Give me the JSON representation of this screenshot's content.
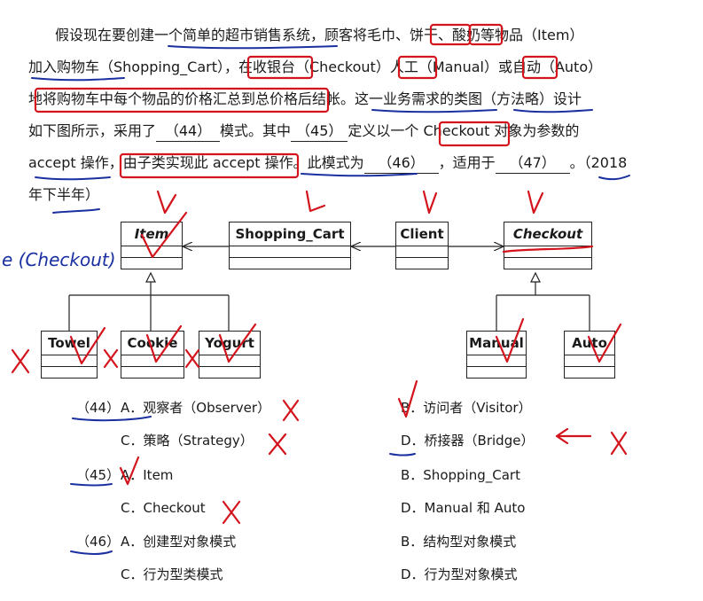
{
  "paragraph": {
    "line1": "假设现在要创建一个简单的超市销售系统，顾客将毛巾、饼干、酸奶等物品（Item）",
    "line2": "加入购物车（Shopping_Cart），在收银台（Checkout）人工（Manual）或自动（Auto）",
    "line3": "地将购物车中每个物品的价格汇总到总价格后结帐。这一业务需求的类图（方法略）设计",
    "line4_a": "如下图所示，采用了",
    "blank44": "（44）",
    "line4_b": "模式。其中",
    "blank45": "（45）",
    "line4_c": "定义以一个 Checkout 对象为参数的",
    "line5_a": "accept 操作，由子类实现此 accept 操作。此模式为",
    "blank46": "（46）",
    "line5_b": "，适用于",
    "blank47": "（47）",
    "line5_c": "。（2018",
    "line6": "年下半年）"
  },
  "diagram": {
    "classes": {
      "item": "Item",
      "cart": "Shopping_Cart",
      "client": "Client",
      "checkout": "Checkout",
      "towel": "Towel",
      "cookie": "Cookie",
      "yogurt": "Yogurt",
      "manual": "Manual",
      "auto": "Auto"
    }
  },
  "handwriting": {
    "left_note": "e (Checkout)"
  },
  "questions": {
    "q44": {
      "number": "（44）",
      "a": "A．观察者（Observer）",
      "b": "B．访问者（Visitor）",
      "c": "C．策略（Strategy）",
      "d": "D．桥接器（Bridge）"
    },
    "q45": {
      "number": "（45）",
      "a": "A．Item",
      "b": "B．Shopping_Cart",
      "c": "C．Checkout",
      "d": "D．Manual 和 Auto"
    },
    "q46": {
      "number": "（46）",
      "a": "A．创建型对象模式",
      "b": "B．结构型对象模式",
      "c": "C．行为型类模式",
      "d": "D．行为型对象模式"
    }
  },
  "colors": {
    "text": "#1a1a1a",
    "ink_red": "#d4141c",
    "ink_blue": "#1a2fa0"
  }
}
